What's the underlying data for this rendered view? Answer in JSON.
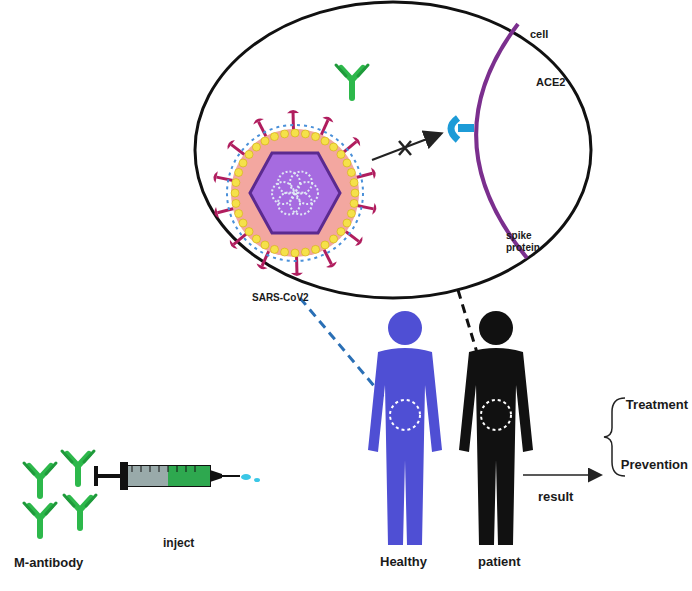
{
  "diagram": {
    "labels": [
      "cell",
      "ACE2",
      "spike protein",
      "SARS-CoV2",
      "M-antibody",
      "inject",
      "Healthy",
      "patient",
      "result",
      "Treatment",
      "Prevention"
    ]
  }
}
